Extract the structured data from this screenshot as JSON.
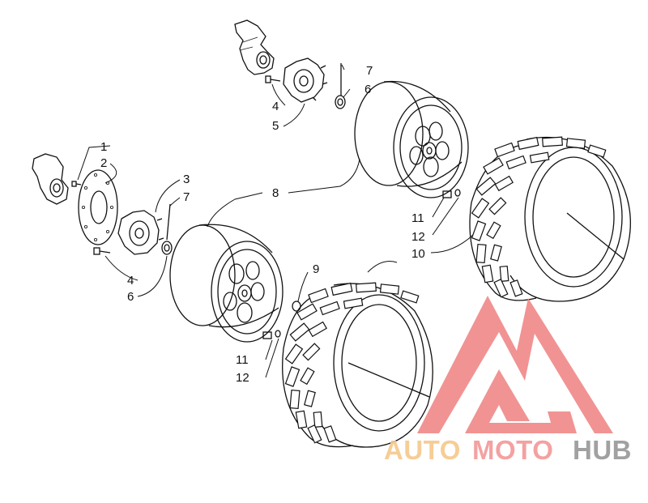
{
  "callouts": {
    "c1": "1",
    "c2": "2",
    "c3": "3",
    "c7a": "7",
    "c4a": "4",
    "c6a": "6",
    "c8": "8",
    "c7b": "7",
    "c6b": "6",
    "c4b": "4",
    "c5": "5",
    "c9": "9",
    "c11a": "11",
    "c12a": "12",
    "c10": "10",
    "c11b": "11",
    "c12b": "12"
  },
  "watermark": {
    "part1": "AUTO",
    "part2": "MOTO",
    "part3": "HUB",
    "colors": {
      "auto": "#f6c98e",
      "moto": "#f49a9a",
      "hub": "#9a9a9a",
      "logo": "#f08a8a"
    }
  }
}
